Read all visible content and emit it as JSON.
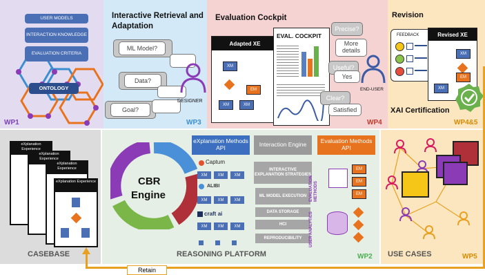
{
  "top": {
    "wp1": {
      "items": [
        "USER MODELS",
        "INTERACTION KNOWLEDGE",
        "EVALUATION CRITERIA"
      ],
      "ontology": "ONTOLOGY",
      "tag": "WP1"
    },
    "wp3": {
      "title": "Interactive Retrieval and Adaptation",
      "bubbles": [
        "ML Model?",
        "Data?",
        "Goal?"
      ],
      "designer": "DESIGNER",
      "tag": "WP3"
    },
    "wp4": {
      "title": "Evaluation Cockpit",
      "adapted": "Adapted  XE",
      "cockpit": "EVAL. COCKPIT",
      "questions": [
        "Precise?",
        "Useful?",
        "Clear?"
      ],
      "answers": [
        "More details",
        "Yes",
        "Satisfied"
      ],
      "enduser": "END-USER",
      "tag": "WP4"
    },
    "wp45": {
      "title": "Revision",
      "feedback": "FEEDBACK",
      "revised": "Revised XE",
      "cert": "XAI Certification",
      "tag": "WP4&5"
    },
    "nodes": {
      "xm": "XM",
      "em": "EM"
    }
  },
  "bottom": {
    "casebase": {
      "cards": [
        "eXplanation Experience",
        "eXplanation Experience",
        "eXplanation Experience",
        "eXplanation Experience"
      ],
      "label": "CASEBASE"
    },
    "platform": {
      "engine": [
        "CBR",
        "Engine"
      ],
      "api_head": "eXplanation Methods API",
      "libs": [
        "Captum",
        "ALIBI",
        "craft ai"
      ],
      "interaction_head": "Interaction Engine",
      "grey_boxes": [
        "INTERACTIVE EXPLANATION STRATEGIES",
        "ML MODEL EXECUTION",
        "DATA STORAGE",
        "HCI",
        "REPRODUCIBILITY"
      ],
      "eval_head": "Evaluation Methods API",
      "eval_methods": "EVALUATION METHODS",
      "user_analytics": "USER ANALYTICS",
      "label": "REASONING PLATFORM",
      "tag": "WP2"
    },
    "usecases": {
      "label": "USE CASES",
      "tag": "WP5"
    },
    "retain": "Retain"
  },
  "colors": {
    "wp1_bg": "#e3dcf0",
    "wp3_bg": "#d3e9f7",
    "wp4_bg": "#f6d3d3",
    "wp45_bg": "#fbe6bf",
    "bottom_bg": "#e6efe6",
    "blue": "#4a6fb5",
    "orange": "#e8731e",
    "purple": "#8a3bb5",
    "green": "#5ab43c",
    "arrow": "#e8a020"
  }
}
